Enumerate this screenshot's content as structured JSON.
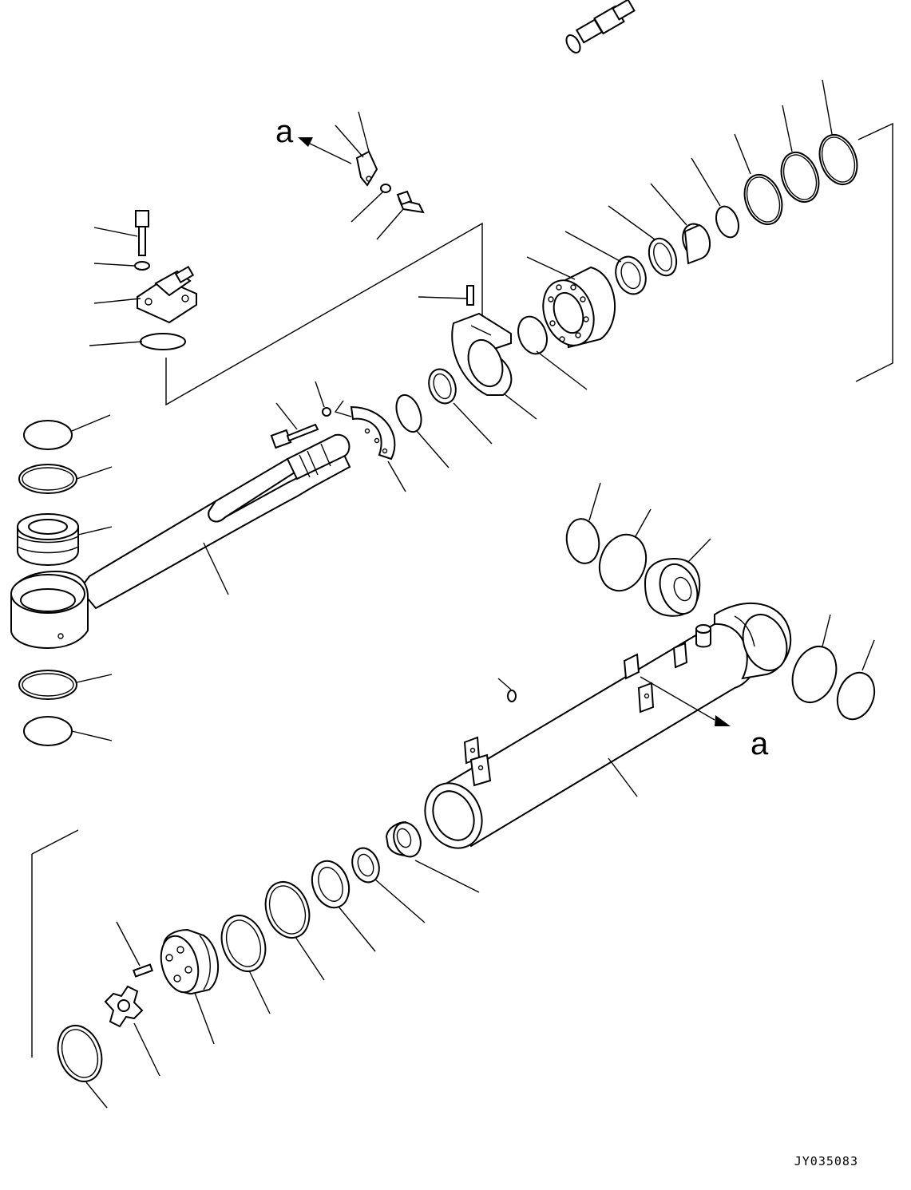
{
  "diagram": {
    "ref_marks": [
      "a",
      "a"
    ],
    "drawing_code": "JY035083"
  }
}
